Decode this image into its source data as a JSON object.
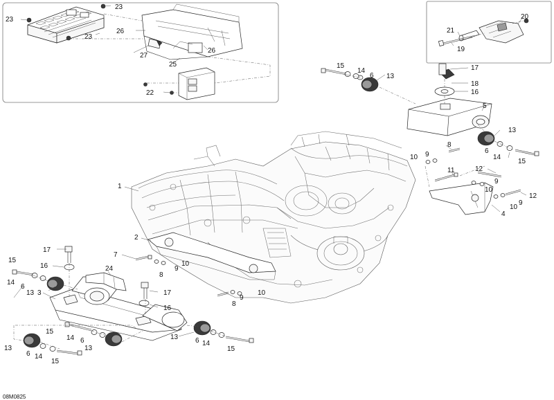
{
  "diagram": {
    "reference_code": "08M0825",
    "callouts": {
      "c1": "1",
      "c2": "2",
      "c3": "3",
      "c4": "4",
      "c5": "5",
      "c6a": "6",
      "c6b": "6",
      "c6c": "6",
      "c6d": "6",
      "c6e": "6",
      "c7": "7",
      "c8a": "8",
      "c8b": "8",
      "c8c": "8",
      "c9a": "9",
      "c9b": "9",
      "c9c": "9",
      "c9d": "9",
      "c10a": "10",
      "c10b": "10",
      "c10c": "10",
      "c10d": "10",
      "c10e": "10",
      "c11": "11",
      "c12a": "12",
      "c12b": "12",
      "c13a": "13",
      "c13b": "13",
      "c13c": "13",
      "c13d": "13",
      "c13e": "13",
      "c13f": "13",
      "c14a": "14",
      "c14b": "14",
      "c14c": "14",
      "c14d": "14",
      "c14e": "14",
      "c14f": "14",
      "c15a": "15",
      "c15b": "15",
      "c15c": "15",
      "c15d": "15",
      "c15e": "15",
      "c15f": "15",
      "c16a": "16",
      "c16b": "16",
      "c16c": "16",
      "c17a": "17",
      "c17b": "17",
      "c17c": "17",
      "c18": "18",
      "c19": "19",
      "c20": "20",
      "c21": "21",
      "c22": "22",
      "c23a": "23",
      "c23b": "23",
      "c23c": "23",
      "c24": "24",
      "c25": "25",
      "c26a": "26",
      "c26b": "26",
      "c27": "27"
    }
  }
}
